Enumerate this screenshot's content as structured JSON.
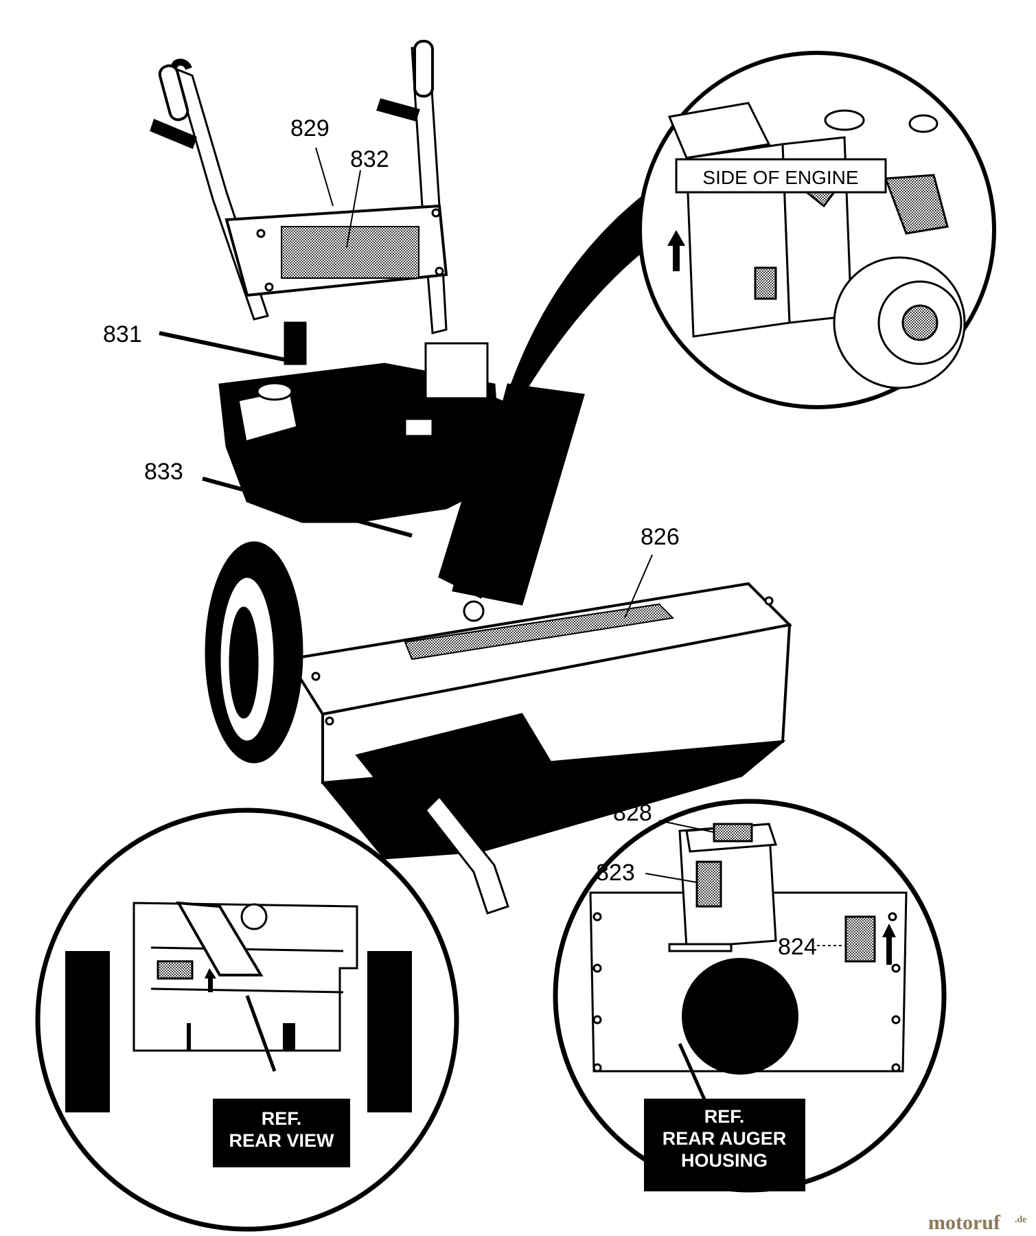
{
  "diagram": {
    "callouts": {
      "c829": "829",
      "c832": "832",
      "c831": "831",
      "c833": "833",
      "c826": "826",
      "c828": "828",
      "c823": "823",
      "c824": "824"
    },
    "engine_inset": {
      "label": "SIDE OF ENGINE"
    },
    "rear_view_inset": {
      "label_line1": "REF.",
      "label_line2": "REAR VIEW"
    },
    "auger_inset": {
      "label_line1": "REF.",
      "label_line2": "REAR AUGER",
      "label_line3": "HOUSING"
    },
    "watermark": {
      "brand": "motoruf",
      "tld": ".de"
    }
  },
  "colors": {
    "ink": "#000000",
    "paper": "#ffffff",
    "decal_fill": "#b8b8b8",
    "watermark": "#8a7a55"
  }
}
